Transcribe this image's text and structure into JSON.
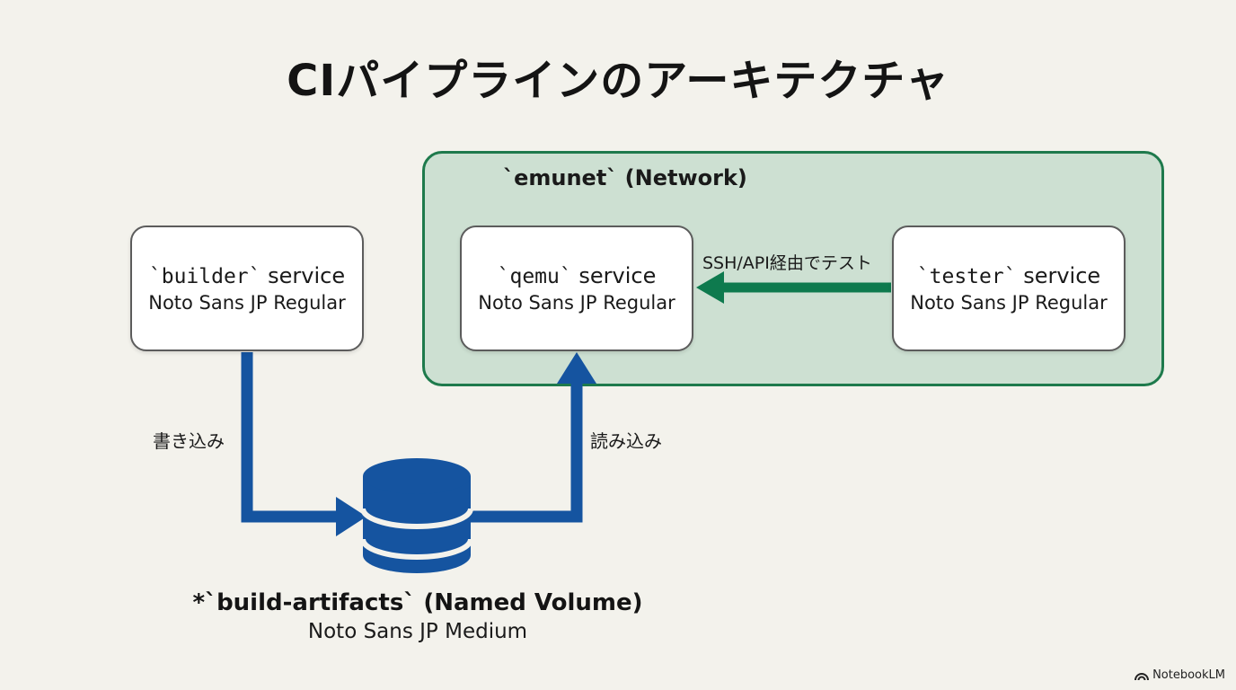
{
  "title": "CIパイプラインのアーキテクチャ",
  "network": {
    "label": "`emunet` (Network)"
  },
  "services": {
    "builder": {
      "code": "`builder`",
      "suffix": " service",
      "font": "Noto Sans JP Regular"
    },
    "qemu": {
      "code": "`qemu`",
      "suffix": " service",
      "font": "Noto Sans JP Regular"
    },
    "tester": {
      "code": "`tester`",
      "suffix": " service",
      "font": "Noto Sans JP Regular"
    }
  },
  "edges": {
    "write_label": "書き込み",
    "read_label": "読み込み",
    "test_label": "SSH/API経由でテスト"
  },
  "volume": {
    "name": "*`build-artifacts` (Named Volume)",
    "font": "Noto Sans JP Medium"
  },
  "brand": {
    "name": "NotebookLM"
  },
  "colors": {
    "background": "#f3f2ec",
    "network_fill": "#cde0d2",
    "network_border": "#1e7a4c",
    "flow_blue": "#1554a0",
    "test_green": "#0e7a4e"
  }
}
